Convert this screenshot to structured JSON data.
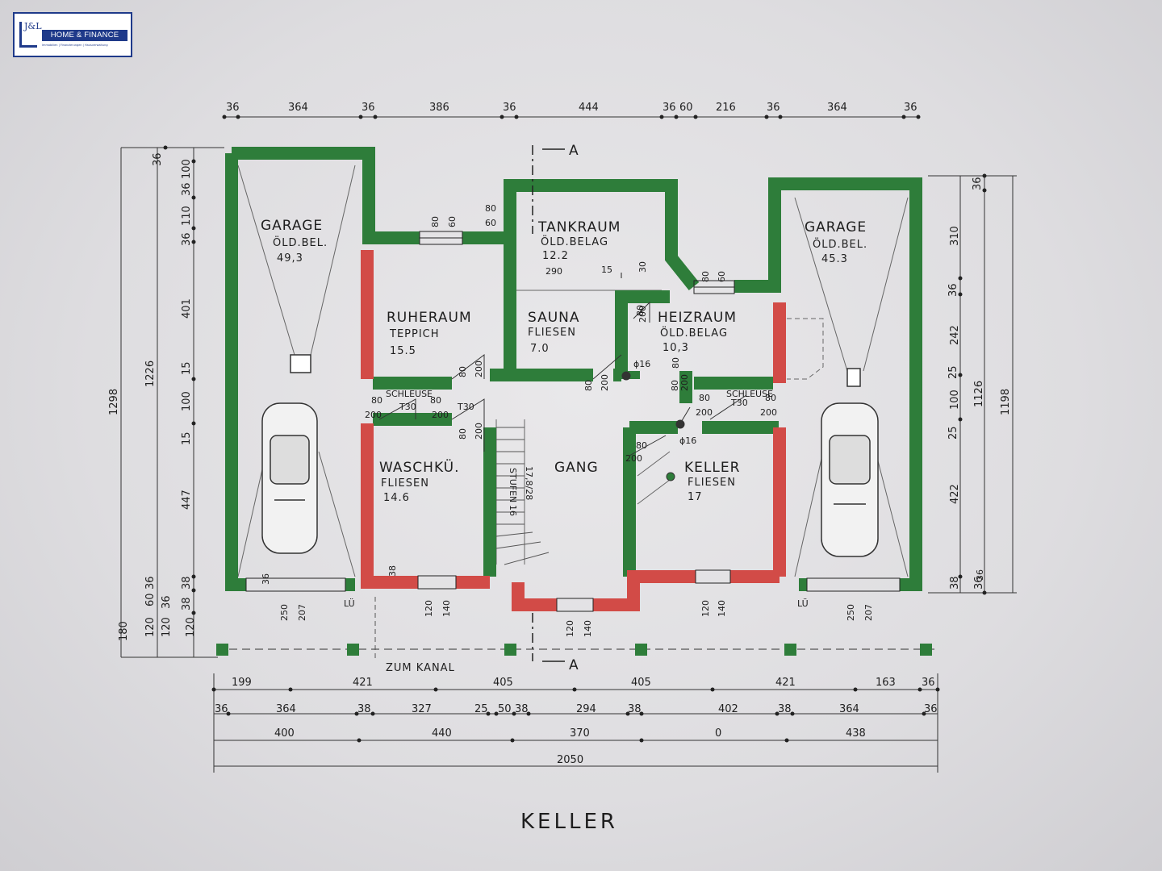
{
  "logo": {
    "mark": "J&L",
    "name": "HOME & FINANCE",
    "tagline": "Immobilien | Finanzierungen | Hausverwaltung"
  },
  "title": "KELLER",
  "section": {
    "top": "A",
    "bottom": "A"
  },
  "rooms": {
    "garage_left": {
      "name": "GARAGE",
      "floor": "ÖLD.BEL.",
      "area": "49,3"
    },
    "garage_right": {
      "name": "GARAGE",
      "floor": "ÖLD.BEL.",
      "area": "45.3"
    },
    "tankraum": {
      "name": "TANKRAUM",
      "floor": "ÖLD.BELAG",
      "area": "12.2"
    },
    "ruheraum": {
      "name": "RUHERAUM",
      "floor": "TEPPICH",
      "area": "15.5"
    },
    "sauna": {
      "name": "SAUNA",
      "floor": "FLIESEN",
      "area": "7.0"
    },
    "heizraum": {
      "name": "HEIZRAUM",
      "floor": "ÖLD.BELAG",
      "area": "10,3"
    },
    "waschkueche": {
      "name": "WASCHKÜ.",
      "floor": "FLIESEN",
      "area": "14.6"
    },
    "gang": {
      "name": "GANG"
    },
    "keller": {
      "name": "KELLER",
      "floor": "FLIESEN",
      "area": "17"
    }
  },
  "labels": {
    "schleuse_left": "SCHLEUSE",
    "schleuse_right": "SCHLEUSE",
    "t30": "T30",
    "stufen": "STUFEN",
    "stair_count": "16",
    "stair_ratio": "17,8/28",
    "phi16": "ϕ16",
    "lue": "LÜ",
    "zum_kanal": "ZUM KANAL"
  },
  "dims_top": [
    "36",
    "364",
    "36",
    "386",
    "36",
    "444",
    "36",
    "60",
    "216",
    "36",
    "364",
    "36"
  ],
  "dims_bottom_1": [
    "199",
    "421",
    "405",
    "405",
    "421",
    "163",
    "36"
  ],
  "dims_bottom_2": [
    "36",
    "364",
    "38",
    "327",
    "25",
    "50",
    "38",
    "294",
    "38",
    "402",
    "38",
    "364",
    "36"
  ],
  "dims_bottom_3": [
    "400",
    "440",
    "370",
    "0",
    "438"
  ],
  "dims_total": "2050",
  "dims_left": [
    "1298",
    "1226",
    "36",
    "100",
    "36",
    "110",
    "36",
    "401",
    "15",
    "100",
    "15",
    "447",
    "36",
    "38",
    "180",
    "120",
    "60",
    "36",
    "120",
    "38",
    "120"
  ],
  "dims_right": [
    "1198",
    "1126",
    "36",
    "310",
    "36",
    "242",
    "25",
    "100",
    "25",
    "422",
    "38",
    "36"
  ],
  "openings": [
    "80",
    "60",
    "80",
    "60",
    "80",
    "60",
    "290",
    "15",
    "30",
    "80",
    "120",
    "140",
    "120",
    "140",
    "120",
    "140",
    "250",
    "207",
    "250",
    "207",
    "38",
    "36",
    "36",
    "80",
    "200",
    "80",
    "200",
    "80",
    "200",
    "80",
    "200",
    "80",
    "200",
    "80",
    "200",
    "80",
    "200",
    "80",
    "200",
    "80",
    "200",
    "80",
    "200"
  ]
}
